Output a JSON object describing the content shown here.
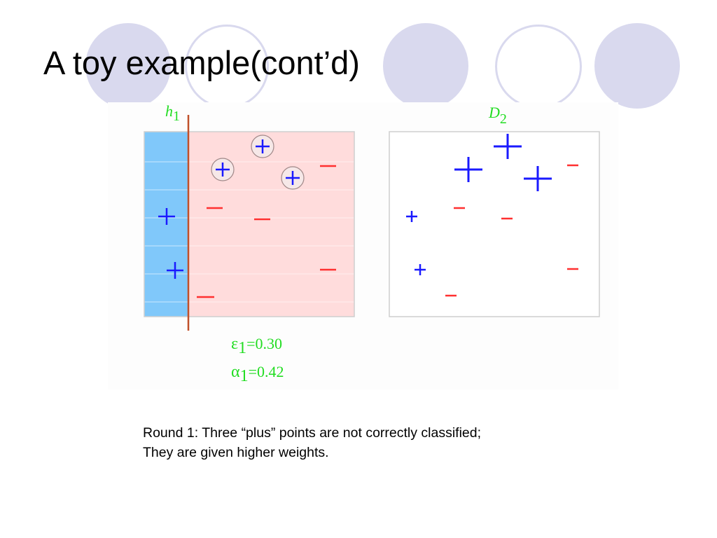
{
  "slide": {
    "title": "A toy example(cont’d)",
    "caption_lines": [
      "Round 1: Three “plus” points are not correctly classified;",
      "They are given higher weights."
    ]
  },
  "figure": {
    "left_panel": {
      "label": "h1",
      "plus_symbol": "+",
      "minus_symbol": "–",
      "epsilon_label": "ε1=0.30",
      "alpha_label": "α1=0.42",
      "epsilon": 0.3,
      "alpha": 0.42
    },
    "right_panel": {
      "label": "D2"
    }
  },
  "colors": {
    "decor": "#d9d9ee",
    "blue_region": "#80c8fa",
    "pink_region": "#ffdcdc",
    "plus": "#1a1aff",
    "minus": "#ff3030",
    "boundary": "#c0502a",
    "label": "#22dd22"
  }
}
